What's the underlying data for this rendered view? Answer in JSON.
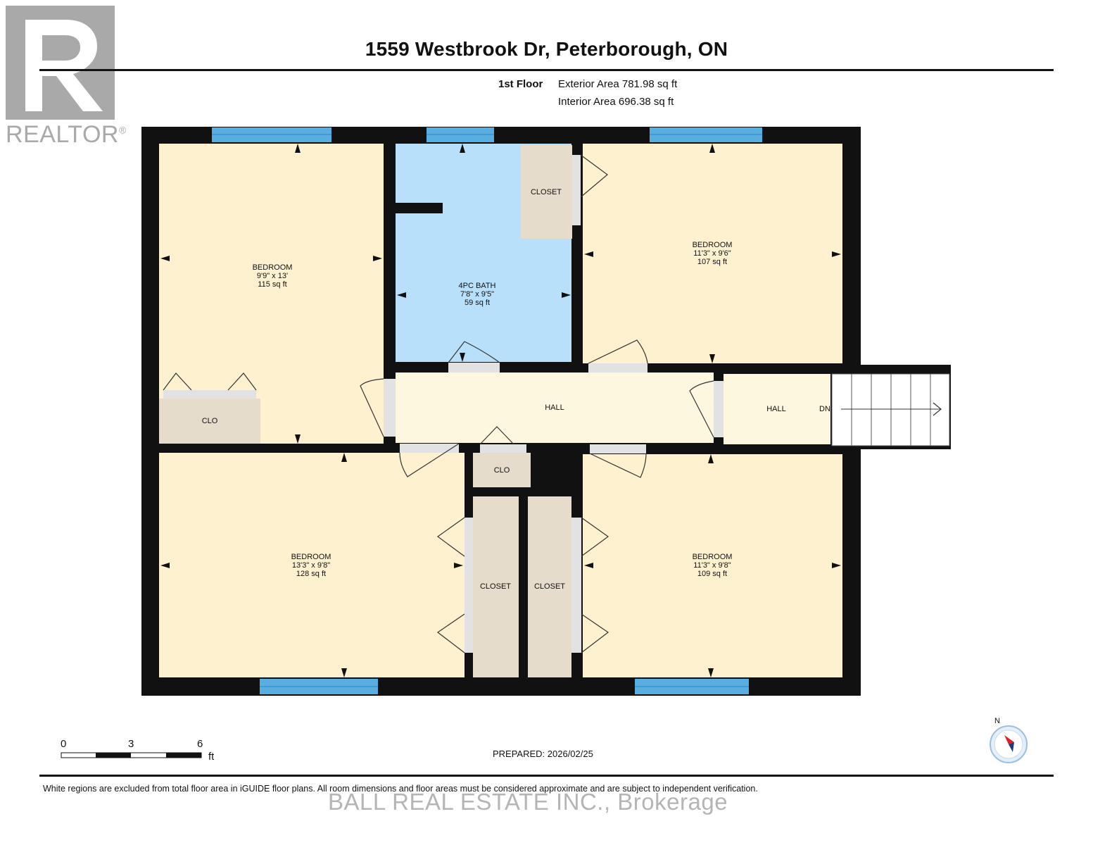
{
  "header": {
    "title": "1559 Westbrook Dr, Peterborough, ON",
    "floor_label": "1st Floor",
    "exterior_area": "Exterior Area 781.98 sq ft",
    "interior_area": "Interior Area 696.38 sq ft"
  },
  "logo": {
    "word": "REALTOR",
    "mark": "®"
  },
  "rooms": {
    "bedroom_nw": {
      "name": "BEDROOM",
      "dims": "9'9\" x 13'",
      "area": "115 sq ft"
    },
    "bath": {
      "name": "4PC BATH",
      "dims": "7'8\" x 9'5\"",
      "area": "59 sq ft"
    },
    "closet_n": {
      "name": "CLOSET"
    },
    "bedroom_ne": {
      "name": "BEDROOM",
      "dims": "11'3\" x 9'6\"",
      "area": "107 sq ft"
    },
    "clo_w": {
      "name": "CLO"
    },
    "hall_main": {
      "name": "HALL"
    },
    "hall_east": {
      "name": "HALL"
    },
    "stair_label": "DN",
    "clo_mid": {
      "name": "CLO"
    },
    "bedroom_sw": {
      "name": "BEDROOM",
      "dims": "13'3\" x 9'8\"",
      "area": "128 sq ft"
    },
    "closet_s1": {
      "name": "CLOSET"
    },
    "closet_s2": {
      "name": "CLOSET"
    },
    "bedroom_se": {
      "name": "BEDROOM",
      "dims": "11'3\" x 9'8\"",
      "area": "109 sq ft"
    }
  },
  "scale": {
    "labels": [
      "0",
      "3",
      "6"
    ],
    "unit": "ft"
  },
  "prepared": "PREPARED: 2026/02/25",
  "compass": {
    "label": "N"
  },
  "disclaimer": "White regions are excluded from total floor area in iGUIDE floor plans. All room dimensions and floor areas must be considered approximate and are subject to independent verification.",
  "watermark": "BALL REAL ESTATE INC., Brokerage",
  "colors": {
    "bedroom_fill": "#fdf1cf",
    "bath_fill": "#b9e0fa",
    "closet_fill": "#e6dccb",
    "hall_fill": "#fdf7df",
    "wall": "#111111",
    "window": "#58aee0",
    "door_gap": "#e2e2e2"
  }
}
